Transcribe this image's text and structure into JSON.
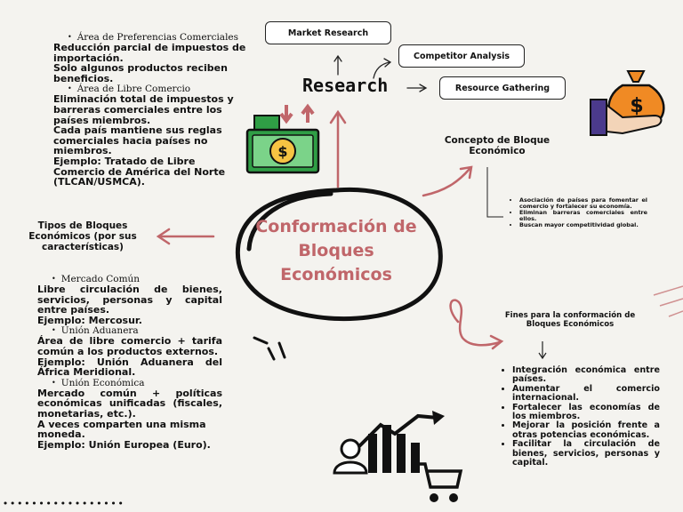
{
  "center": {
    "title": "Conformación de Bloques Económicos"
  },
  "research": {
    "title": "Research",
    "items": [
      "Market Research",
      "Competitor Analysis",
      "Resource Gathering"
    ]
  },
  "left_top": {
    "head1": "Área de Preferencias Comerciales",
    "text1": "Reducción parcial de impuestos de importación.\nSolo algunos productos reciben beneficios.",
    "head2": "Área de Libre Comercio",
    "text2": "Eliminación total de impuestos y barreras comerciales entre los países miembros.\nCada país mantiene sus reglas comerciales hacia países no miembros.\nEjemplo: Tratado de Libre Comercio de América del Norte (TLCAN/USMCA)."
  },
  "tipos": {
    "title": "Tipos de Bloques Económicos (por sus características)"
  },
  "left_bottom": {
    "head1": "Mercado Común",
    "text1": "Libre circulación de bienes, servicios, personas y capital entre países.",
    "ex1": "Ejemplo: Mercosur.",
    "head2": "Unión Aduanera",
    "text2": "Área de libre comercio + tarifa común a los productos externos.",
    "ex2": "Ejemplo: Unión Aduanera del África Meridional.",
    "head3": "Unión Económica",
    "text3": "Mercado común + políticas económicas unificadas (fiscales, monetarias, etc.).",
    "text3b": "A veces comparten una misma moneda.",
    "ex3": "Ejemplo: Unión Europea (Euro)."
  },
  "concepto": {
    "title": "Concepto de Bloque Económico",
    "items": [
      "Asociación de países para fomentar el comercio y fortalecer su economía.",
      "Eliminan barreras comerciales entre ellos.",
      "Buscan mayor competitividad global."
    ]
  },
  "fines": {
    "title": "Fines para la conformación de Bloques Económicos",
    "items": [
      "Integración económica entre países.",
      "Aumentar el comercio internacional.",
      "Fortalecer las economías de los miembros.",
      "Mejorar la posición frente a otras potencias económicas.",
      "Facilitar la circulación de bienes, servicios, personas y capital."
    ]
  },
  "colors": {
    "accent": "#c0666a",
    "ink": "#111111",
    "money_green": "#2f9e45",
    "bag_orange": "#f08a24",
    "hand_purple": "#4b3a8c"
  },
  "icons": [
    "money-bill-icon",
    "money-bag-hand-icon",
    "growth-chart-cart-icon"
  ]
}
